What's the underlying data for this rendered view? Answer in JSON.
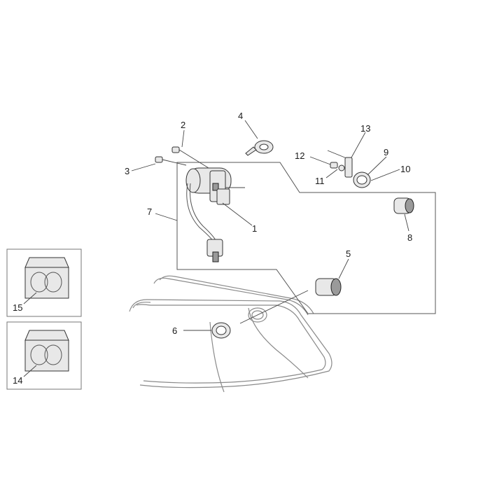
{
  "callouts": {
    "c1": "1",
    "c2": "2",
    "c3": "3",
    "c4": "4",
    "c5": "5",
    "c6": "6",
    "c7": "7",
    "c8": "8",
    "c9": "9",
    "c10": "10",
    "c11": "11",
    "c12": "12",
    "c13": "13",
    "c14": "14",
    "c15": "15"
  },
  "colors": {
    "line": "#444444",
    "part_fill": "#e8e8e8",
    "part_dark": "#9a9a9a",
    "panel": "#8a8a8a"
  }
}
